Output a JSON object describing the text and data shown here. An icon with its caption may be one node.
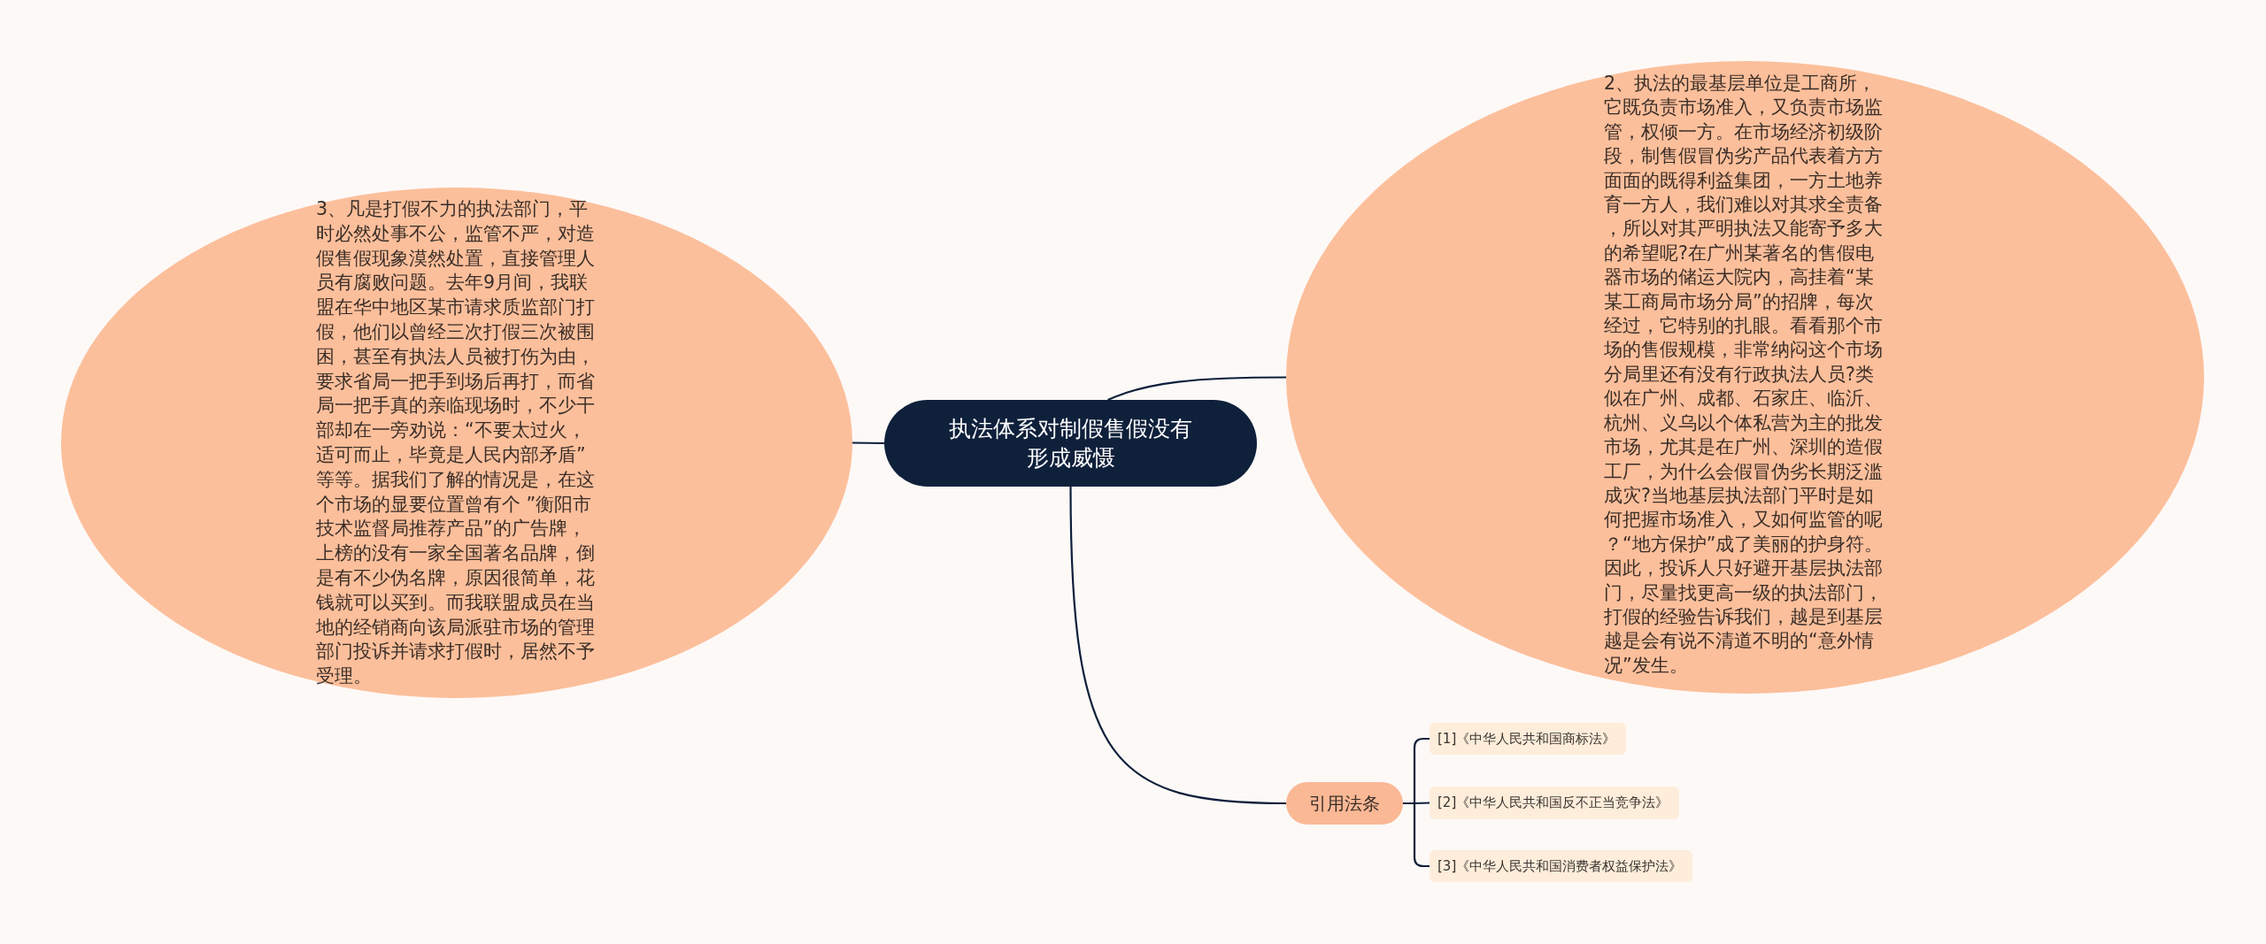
{
  "diagram": {
    "nodes": [
      {
        "text": [
          "执法体系对制假售假没有形成威慑"
        ]
      },
      {
        "text": [
          "2、执法的最基层单位是工商所，它既负责市场准入，又负责市场监管，权倾一方。在市场经济初级阶段，制售假冒伪劣产品代表着方方面面的既得利益集团，一方土地养育一方人，我们难以对其求全责备，所以对其严明执法又能寄予多大的希望呢?在广州某著名的售假电器市场的储运大院内，高挂着“某某工商局市场分局”的招牌，每次经过，它特别的扎眼。看看那个市场的售假规模，非常纳闷这个市场分局里还有没有行政执法人员?类似在广州、成都、石家庄、临沂、杭州、义乌以个体私营为主的批发市场，尤其是在广州、深圳的造假工厂，为什么会假冒伪劣长期泛滥成灾?当地基层执法部门平时是如何把握市场准入，又如何监管的呢？“地方保护”成了美丽的护身符。因此，投诉人只好避开基层执法部门，尽量找更高一级的执法部门，打假的经验告诉我们，越是到基层越是会有说不清道不明的“意外情况”发生。"
        ]
      },
      {
        "text": [
          "3、凡是打假不力的执法部门，平时必然处事不公，监管不严，对造假售假现象漠然处置，直接管理人员有腐败问题。去年9月间，我联盟在华中地区某市请求质监部门打假，他们以曾经三次打假三次被围困，甚至有执法人员被打伤为由，要求省局一把手到场后再打，而省局一把手真的亲临现场时，不少干部却在一旁劝说：“不要太过火，适可而止，毕竟是人民内部矛盾”等等。据我们了解的情况是，在这个市场的显要位置曾有个 ”衡阳市技术监督局推荐产品”的广告牌，上榜的没有一家全国著名品牌，倒是有不少伪名牌，原因很简单，花钱就可以买到。而我联盟成员在当地的经销商向该局派驻市场的管理部门投诉并请求打假时，居然不予受理。"
        ]
      },
      {
        "text": [
          "引用法条"
        ]
      },
      {
        "text": [
          "[1]《中华人民共和国商标法》"
        ]
      },
      {
        "text": [
          "[2]《中华人民共和国反不正当竞争法》"
        ]
      },
      {
        "text": [
          "[3]《中华人民共和国消费者权益保护法》"
        ]
      }
    ],
    "edges": [
      {
        "from": 0,
        "to": 1,
        "arrow": "none"
      },
      {
        "from": 0,
        "to": 2,
        "arrow": "none"
      },
      {
        "from": 0,
        "to": 3,
        "arrow": "none"
      },
      {
        "from": 3,
        "to": 4,
        "arrow": "none"
      },
      {
        "from": 3,
        "to": 5,
        "arrow": "none"
      },
      {
        "from": 3,
        "to": 6,
        "arrow": "none"
      }
    ]
  }
}
